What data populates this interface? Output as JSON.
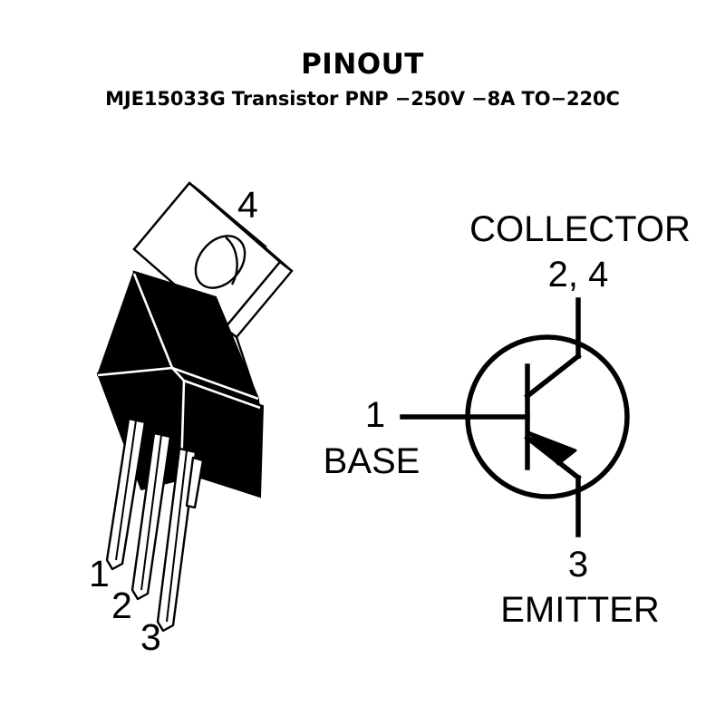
{
  "header": {
    "title": "PINOUT",
    "subtitle": "MJE15033G Transistor PNP −250V −8A TO−220C"
  },
  "package": {
    "name": "TO-220C package drawing",
    "tab_pin_label": "4",
    "lead_labels": [
      "1",
      "2",
      "3"
    ],
    "body_color": "#000000",
    "tab_color": "#ffffff",
    "outline_color": "#000000"
  },
  "schematic": {
    "symbol_type": "PNP bipolar junction transistor",
    "terminals": [
      {
        "name": "COLLECTOR",
        "pins": "2, 4",
        "position": "top"
      },
      {
        "name": "BASE",
        "pins": "1",
        "position": "left"
      },
      {
        "name": "EMITTER",
        "pins": "3",
        "position": "bottom"
      }
    ],
    "collector_label": "COLLECTOR",
    "collector_pins": "2, 4",
    "base_label": "BASE",
    "base_pins": "1",
    "emitter_label": "EMITTER",
    "emitter_pins": "3",
    "line_color": "#000000"
  }
}
